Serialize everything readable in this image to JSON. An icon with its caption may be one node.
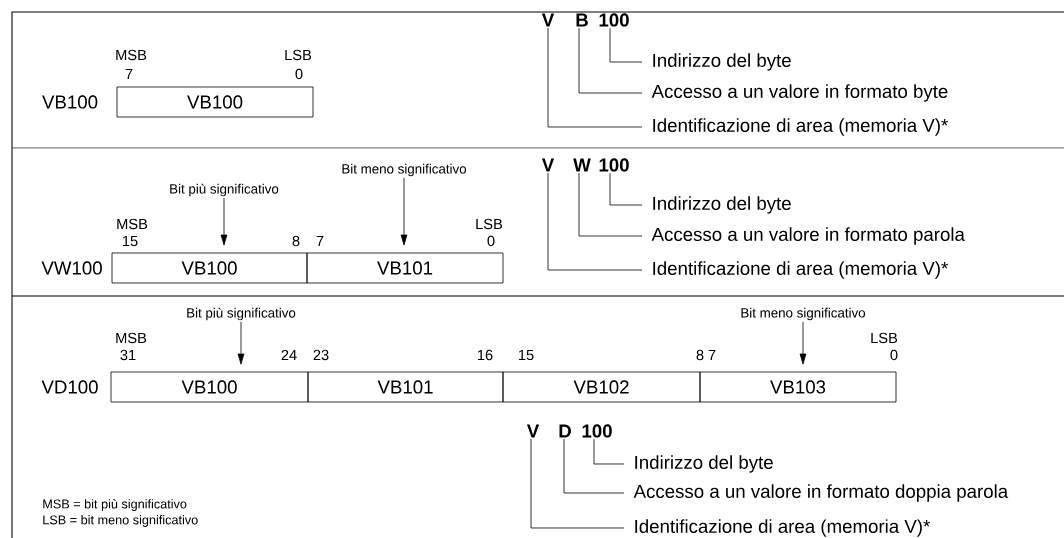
{
  "diagram": {
    "nodes": [
      {
        "text": [
          "V"
        ]
      },
      {
        "text": [
          "B"
        ]
      },
      {
        "text": [
          "100"
        ]
      },
      {
        "text": [
          "Indirizzo del byte"
        ]
      },
      {
        "text": [
          "Accesso a un valore in formato byte"
        ]
      },
      {
        "text": [
          "Identificazione di area (memoria V)*"
        ]
      },
      {
        "text": [
          "VB100"
        ]
      },
      {
        "text": [
          "Bit meno significativo"
        ]
      },
      {
        "text": [
          "V"
        ]
      },
      {
        "text": [
          "W"
        ]
      },
      {
        "text": [
          "100"
        ]
      },
      {
        "text": [
          "Bit più significativo"
        ]
      },
      {
        "text": [
          "Indirizzo del byte"
        ]
      },
      {
        "text": [
          "Accesso a un valore in formato parola"
        ]
      },
      {
        "text": [
          "VB100"
        ]
      },
      {
        "text": [
          "VB101"
        ]
      },
      {
        "text": [
          "Identificazione di area (memoria V)*"
        ]
      },
      {
        "text": [
          "Bit più significativo"
        ]
      },
      {
        "text": [
          "Bit meno significativo"
        ]
      },
      {
        "text": [
          "VB100"
        ]
      },
      {
        "text": [
          "VB101"
        ]
      },
      {
        "text": [
          "VB102"
        ]
      },
      {
        "text": [
          "VB103"
        ]
      },
      {
        "text": [
          "V"
        ]
      },
      {
        "text": [
          "D"
        ]
      },
      {
        "text": [
          "100"
        ]
      },
      {
        "text": [
          "Indirizzo del byte"
        ]
      },
      {
        "text": [
          "Accesso a un valore in formato doppia parola"
        ]
      },
      {
        "text": [
          "Identificazione di area (memoria V)*"
        ]
      }
    ],
    "edges": [
      {
        "from": 0,
        "to": 5,
        "arrow": "none"
      },
      {
        "from": 1,
        "to": 4,
        "arrow": "none"
      },
      {
        "from": 2,
        "to": 3,
        "arrow": "none"
      },
      {
        "from": 11,
        "to": 14,
        "arrow": "to"
      },
      {
        "from": 7,
        "to": 15,
        "arrow": "to"
      },
      {
        "from": 8,
        "to": 16,
        "arrow": "none"
      },
      {
        "from": 9,
        "to": 13,
        "arrow": "none"
      },
      {
        "from": 10,
        "to": 12,
        "arrow": "none"
      },
      {
        "from": 17,
        "to": 19,
        "arrow": "to"
      },
      {
        "from": 18,
        "to": 22,
        "arrow": "to"
      },
      {
        "from": 23,
        "to": 28,
        "arrow": "none"
      },
      {
        "from": 24,
        "to": 27,
        "arrow": "none"
      },
      {
        "from": 25,
        "to": 26,
        "arrow": "none"
      }
    ],
    "labels": [
      "MSB",
      "LSB",
      "7",
      "0",
      "VB100",
      "MSB",
      "LSB",
      "15",
      "8",
      "7",
      "0",
      "VW100",
      "MSB",
      "LSB",
      "31",
      "24",
      "23",
      "16",
      "15",
      "8",
      "7",
      "0",
      "VD100",
      "MSB = bit più significativo",
      "LSB = bit meno significativo"
    ]
  }
}
